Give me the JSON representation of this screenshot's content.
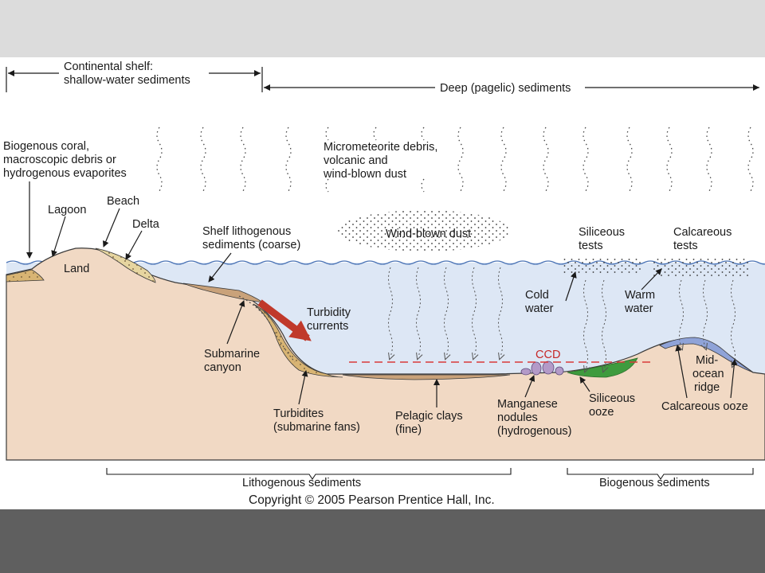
{
  "labels": {
    "shelf_header": [
      "Continental shelf:",
      "shallow-water sediments"
    ],
    "deep_header": "Deep (pagelic) sediments",
    "biogenous_coral": [
      "Biogenous coral,",
      "macroscopic debris or",
      "hydrogenous evaporites"
    ],
    "micrometeorite": [
      "Micrometeorite debris,",
      "volcanic and",
      "wind-blown dust"
    ],
    "lagoon": "Lagoon",
    "beach": "Beach",
    "delta": "Delta",
    "land": "Land",
    "shelf_litho": [
      "Shelf lithogenous",
      "sediments (coarse)"
    ],
    "wind_dust": "Wind-blown dust",
    "siliceous_tests": [
      "Siliceous",
      "tests"
    ],
    "calcareous_tests": [
      "Calcareous",
      "tests"
    ],
    "cold_water": [
      "Cold",
      "water"
    ],
    "warm_water": [
      "Warm",
      "water"
    ],
    "turbidity": [
      "Turbidity",
      "currents"
    ],
    "ccd": "CCD",
    "submarine_canyon": [
      "Submarine",
      "canyon"
    ],
    "mid_ocean": [
      "Mid-",
      "ocean",
      "ridge"
    ],
    "turbidites": [
      "Turbidites",
      "(submarine fans)"
    ],
    "pelagic_clays": [
      "Pelagic clays",
      "(fine)"
    ],
    "manganese": [
      "Manganese",
      "nodules",
      "(hydrogenous)"
    ],
    "siliceous_ooze": [
      "Siliceous",
      "ooze"
    ],
    "calcareous_ooze": "Calcareous ooze",
    "lithogenous": "Lithogenous sediments",
    "biogenous": "Biogenous sediments",
    "copyright": "Copyright © 2005 Pearson Prentice Hall, Inc."
  },
  "colors": {
    "ocean": "#dde7f5",
    "seafloor": "#f1d9c4",
    "sand": "#d8b473",
    "siliceous_ooze": "#3e9b3e",
    "calcareous_ooze": "#8fa3d8",
    "nodules": "#b39ac8",
    "turbidity_arrow": "#c0392b",
    "ccd_line": "#d93a3a"
  }
}
